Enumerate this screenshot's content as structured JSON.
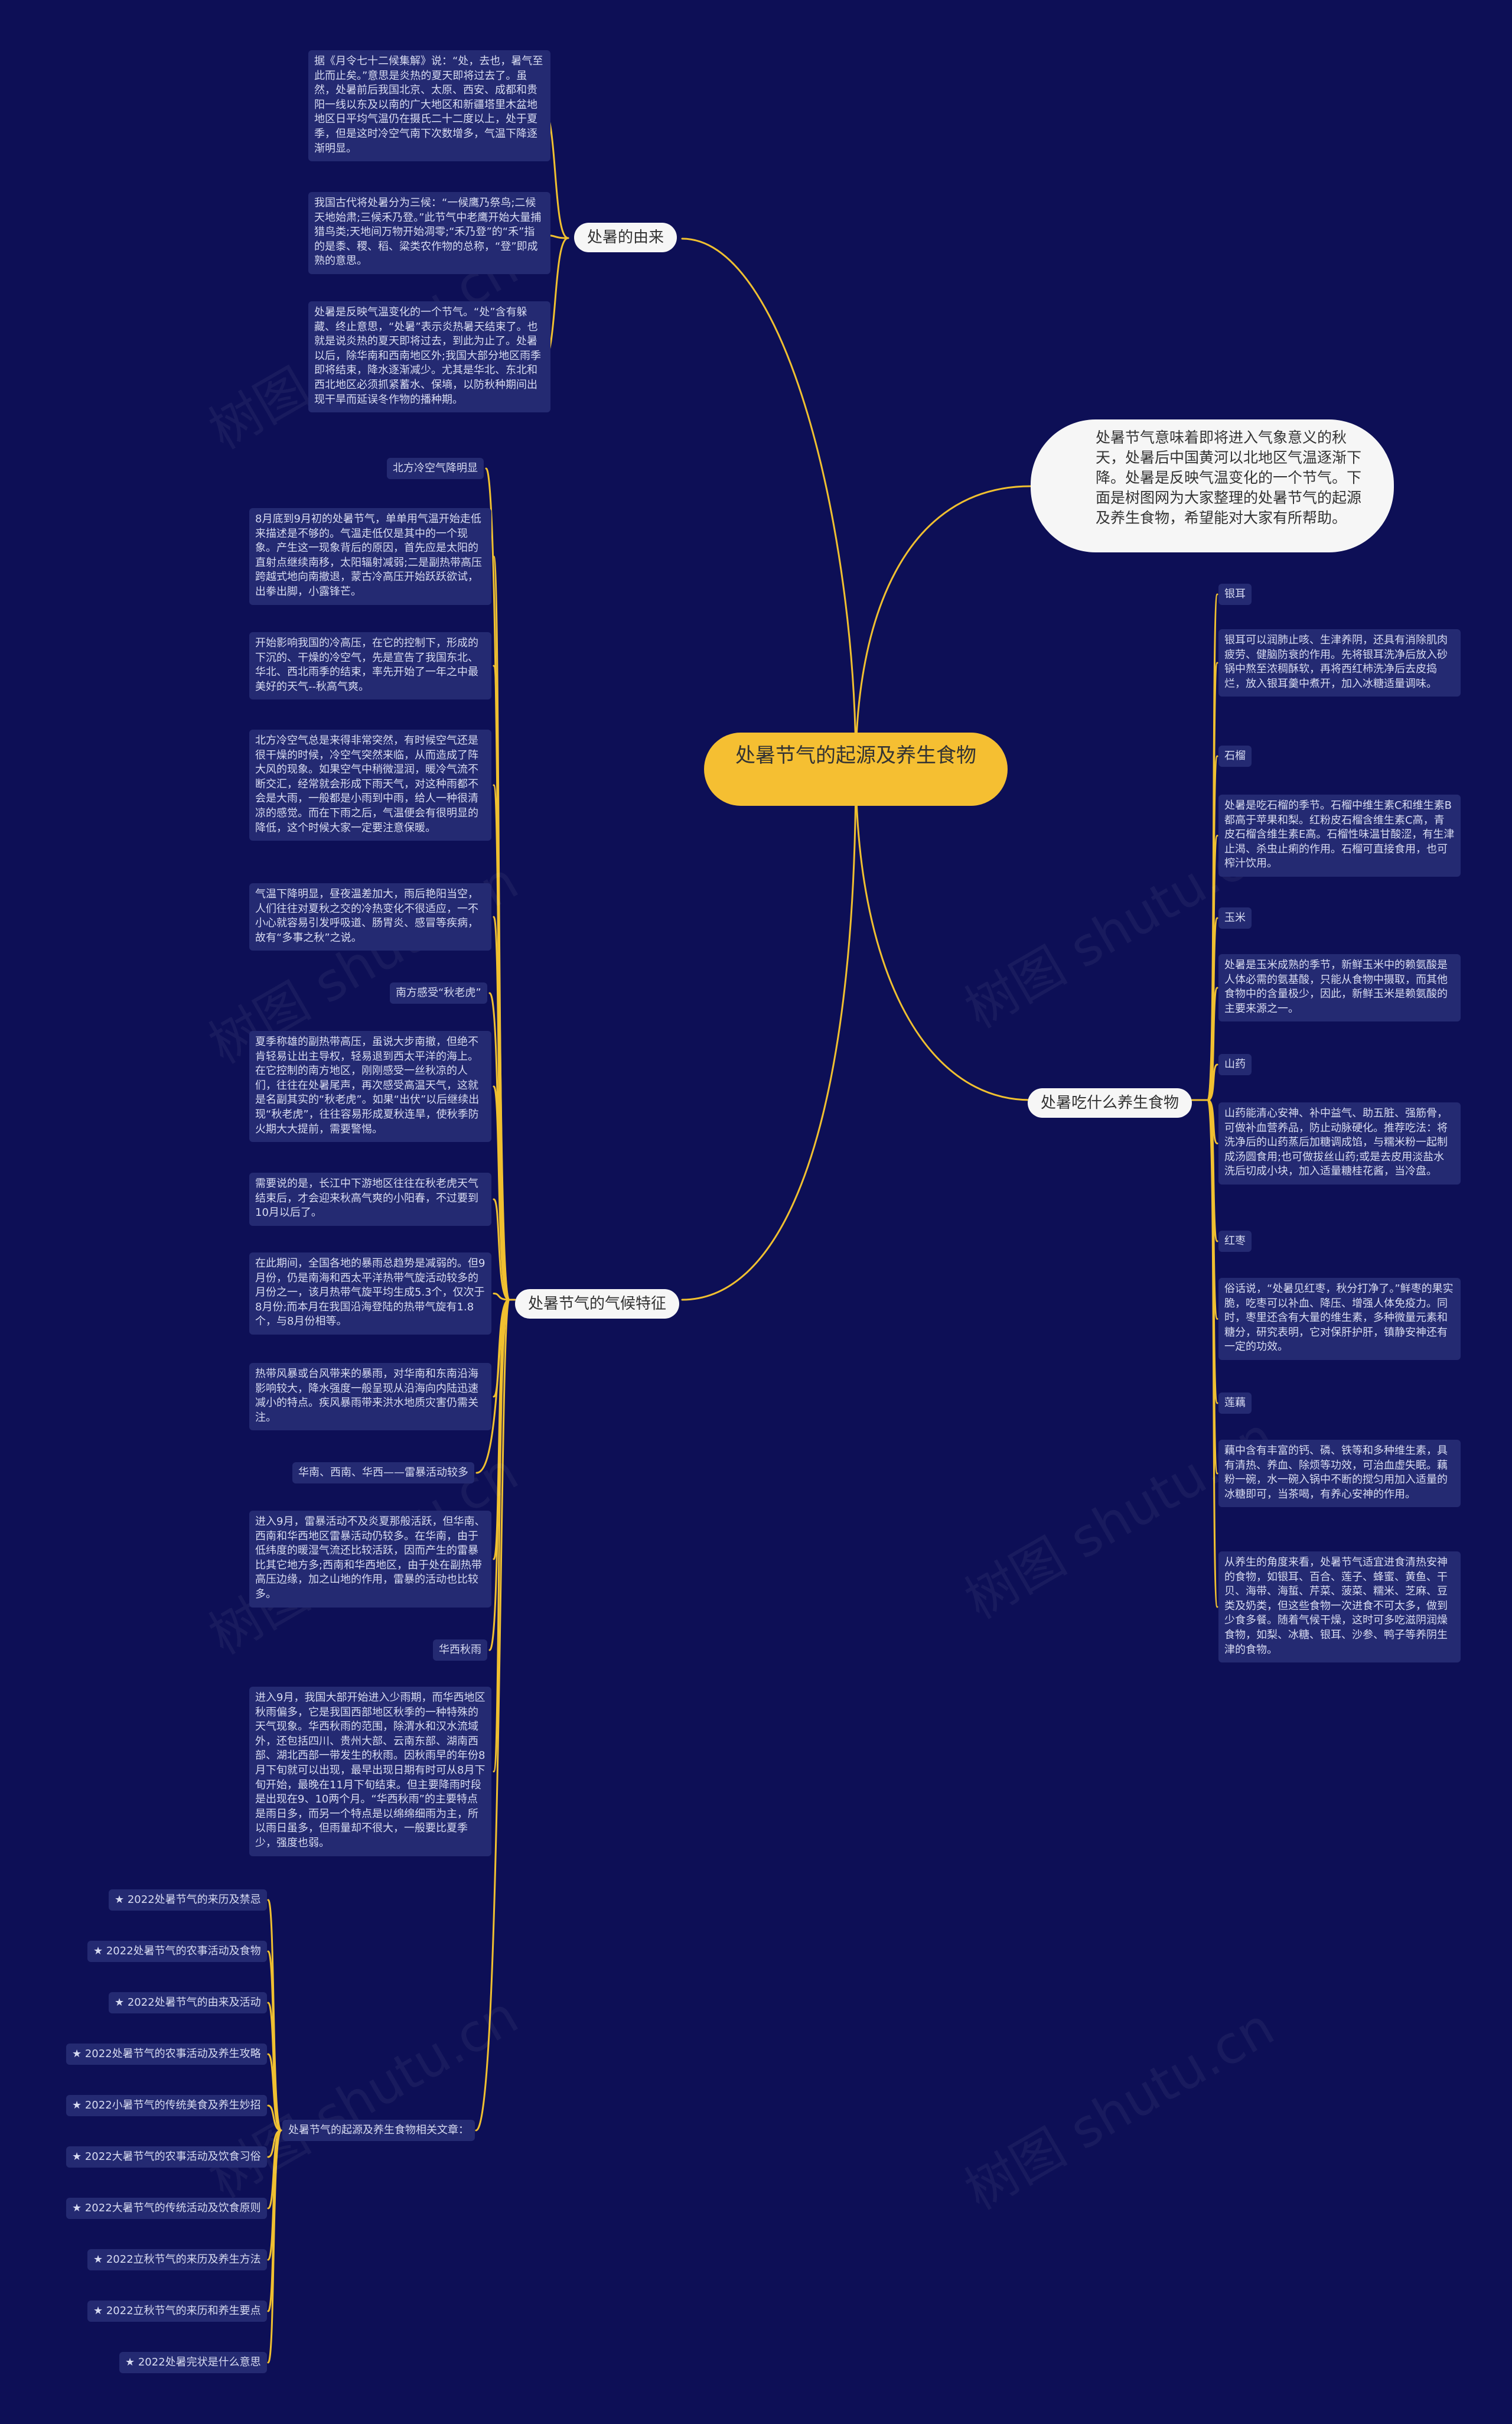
{
  "center": "处暑节气的起源及养生食物",
  "intro": "处暑节气意味着即将进入气象意义的秋天，处暑后中国黄河以北地区气温逐渐下降。处暑是反映气温变化的一个节气。下面是树图网为大家整理的处暑节气的起源及养生食物，希望能对大家有所帮助。",
  "origin": {
    "label": "处暑的由来",
    "items": [
      "据《月令七十二候集解》说：“处，去也，暑气至此而止矣。”意思是炎热的夏天即将过去了。虽然，处暑前后我国北京、太原、西安、成都和贵阳一线以东及以南的广大地区和新疆塔里木盆地地区日平均气温仍在摄氏二十二度以上，处于夏季，但是这时冷空气南下次数增多，气温下降逐渐明显。",
      "我国古代将处暑分为三候：“一候鹰乃祭鸟;二候天地始肃;三候禾乃登。”此节气中老鹰开始大量捕猎鸟类;天地间万物开始凋零;“禾乃登”的“禾”指的是黍、稷、稻、粱类农作物的总称，“登”即成熟的意思。",
      "处暑是反映气温变化的一个节气。“处”含有躲藏、终止意思，“处暑”表示炎热暑天结束了。也就是说炎热的夏天即将过去，到此为止了。处暑以后，除华南和西南地区外;我国大部分地区雨季即将结束，降水逐渐减少。尤其是华北、东北和西北地区必须抓紧蓄水、保墒，以防秋种期间出现干旱而延误冬作物的播种期。"
    ]
  },
  "climate": {
    "label": "处暑节气的气候特征",
    "items": [
      "北方冷空气降明显",
      "8月底到9月初的处暑节气，单单用气温开始走低来描述是不够的。气温走低仅是其中的一个现象。产生这一现象背后的原因，首先应是太阳的直射点继续南移，太阳辐射减弱;二是副热带高压跨越式地向南撤退，蒙古冷高压开始跃跃欲试，出拳出脚，小露锋芒。",
      "开始影响我国的冷高压，在它的控制下，形成的下沉的、干燥的冷空气，先是宣告了我国东北、华北、西北雨季的结束，率先开始了一年之中最美好的天气--秋高气爽。",
      "北方冷空气总是来得非常突然，有时候空气还是很干燥的时候，冷空气突然来临，从而造成了阵大风的现象。如果空气中稍微湿润，暖冷气流不断交汇，经常就会形成下雨天气，对这种雨都不会是大雨，一般都是小雨到中雨，给人一种很清凉的感觉。而在下雨之后，气温便会有很明显的降低，这个时候大家一定要注意保暖。",
      "气温下降明显，昼夜温差加大，雨后艳阳当空，人们往往对夏秋之交的冷热变化不很适应，一不小心就容易引发呼吸道、肠胃炎、感冒等疾病，故有“多事之秋”之说。",
      "南方感受“秋老虎”",
      "夏季称雄的副热带高压，虽说大步南撤，但绝不肯轻易让出主导权，轻易退到西太平洋的海上。在它控制的南方地区，刚刚感受一丝秋凉的人们，往往在处暑尾声，再次感受高温天气，这就是名副其实的“秋老虎”。如果“出伏”以后继续出现“秋老虎”，往往容易形成夏秋连旱，使秋季防火期大大提前，需要警惕。",
      "需要说的是，长江中下游地区往往在秋老虎天气结束后，才会迎来秋高气爽的小阳春，不过要到10月以后了。",
      "在此期间，全国各地的暴雨总趋势是减弱的。但9月份，仍是南海和西太平洋热带气旋活动较多的月份之一，该月热带气旋平均生成5.3个，仅次于8月份;而本月在我国沿海登陆的热带气旋有1.8个，与8月份相等。",
      "热带风暴或台风带来的暴雨，对华南和东南沿海影响较大，降水强度一般呈现从沿海向内陆迅速减小的特点。疾风暴雨带来洪水地质灾害仍需关注。",
      "华南、西南、华西——雷暴活动较多",
      "进入9月，雷暴活动不及炎夏那般活跃，但华南、西南和华西地区雷暴活动仍较多。在华南，由于低纬度的暖湿气流还比较活跃，因而产生的雷暴比其它地方多;西南和华西地区，由于处在副热带高压边缘，加之山地的作用，雷暴的活动也比较多。",
      "华西秋雨",
      "进入9月，我国大部开始进入少雨期，而华西地区秋雨偏多，它是我国西部地区秋季的一种特殊的天气现象。华西秋雨的范围，除渭水和汉水流域外，还包括四川、贵州大部、云南东部、湖南西部、湖北西部一带发生的秋雨。因秋雨早的年份8月下旬就可以出现，最早出现日期有时可从8月下旬开始，最晚在11月下旬结束。但主要降雨时段是出现在9、10两个月。“华西秋雨”的主要特点是雨日多，而另一个特点是以绵绵细雨为主，所以雨日虽多，但雨量却不很大，一般要比夏季少，强度也弱。"
    ]
  },
  "food": {
    "label": "处暑吃什么养生食物",
    "items": [
      "银耳",
      "银耳可以润肺止咳、生津养阴，还具有消除肌肉疲劳、健脑防衰的作用。先将银耳洗净后放入砂锅中熬至浓稠酥软，再将西红柿洗净后去皮捣烂，放入银耳羹中煮开，加入冰糖适量调味。",
      "石榴",
      "处暑是吃石榴的季节。石榴中维生素C和维生素B都高于苹果和梨。红粉皮石榴含维生素C高，青皮石榴含维生素E高。石榴性味温甘酸涩，有生津止渴、杀虫止痢的作用。石榴可直接食用，也可榨汁饮用。",
      "玉米",
      "处暑是玉米成熟的季节，新鲜玉米中的赖氨酸是人体必需的氨基酸，只能从食物中摄取，而其他食物中的含量极少，因此，新鲜玉米是赖氨酸的主要来源之一。",
      "山药",
      "山药能清心安神、补中益气、助五脏、强筋骨，可做补血营养品，防止动脉硬化。推荐吃法：将洗净后的山药蒸后加糖调成馅，与糯米粉一起制成汤圆食用;也可做拔丝山药;或是去皮用淡盐水洗后切成小块，加入适量糖桂花酱，当冷盘。",
      "红枣",
      "俗话说，“处暑见红枣，秋分打净了。”鲜枣的果实脆，吃枣可以补血、降压、增强人体免疫力。同时，枣里还含有大量的维生素，多种微量元素和糖分，研究表明，它对保肝护肝，镇静安神还有一定的功效。",
      "莲藕",
      "藕中含有丰富的钙、磷、铁等和多种维生素，具有清热、养血、除烦等功效，可治血虚失眠。藕粉一碗，水一碗入锅中不断的搅匀用加入适量的冰糖即可，当茶喝，有养心安神的作用。",
      "从养生的角度来看，处暑节气适宜进食清热安神的食物，如银耳、百合、莲子、蜂蜜、黄鱼、干贝、海带、海蜇、芹菜、菠菜、糯米、芝麻、豆类及奶类，但这些食物一次进食不可太多，做到少食多餐。随着气候干燥，这时可多吃滋阴润燥食物，如梨、冰糖、银耳、沙参、鸭子等养阴生津的食物。"
    ]
  },
  "related": {
    "label": "处暑节气的起源及养生食物相关文章：",
    "items": [
      "★ 2022处暑节气的来历及禁忌",
      "★ 2022处暑节气的农事活动及食物",
      "★ 2022处暑节气的由来及活动",
      "★ 2022处暑节气的农事活动及养生攻略",
      "★ 2022小暑节气的传统美食及养生妙招",
      "★ 2022大暑节气的农事活动及饮食习俗",
      "★ 2022大暑节气的传统活动及饮食原则",
      "★ 2022立秋节气的来历及养生方法",
      "★ 2022立秋节气的来历和养生要点",
      "★ 2022处暑完状是什么意思"
    ]
  },
  "watermark": "树图 shutu.cn",
  "colors": {
    "background": "#0d0f56",
    "center": "#f5bf32",
    "edge": "#f0c030",
    "leaf": "#242a72"
  }
}
